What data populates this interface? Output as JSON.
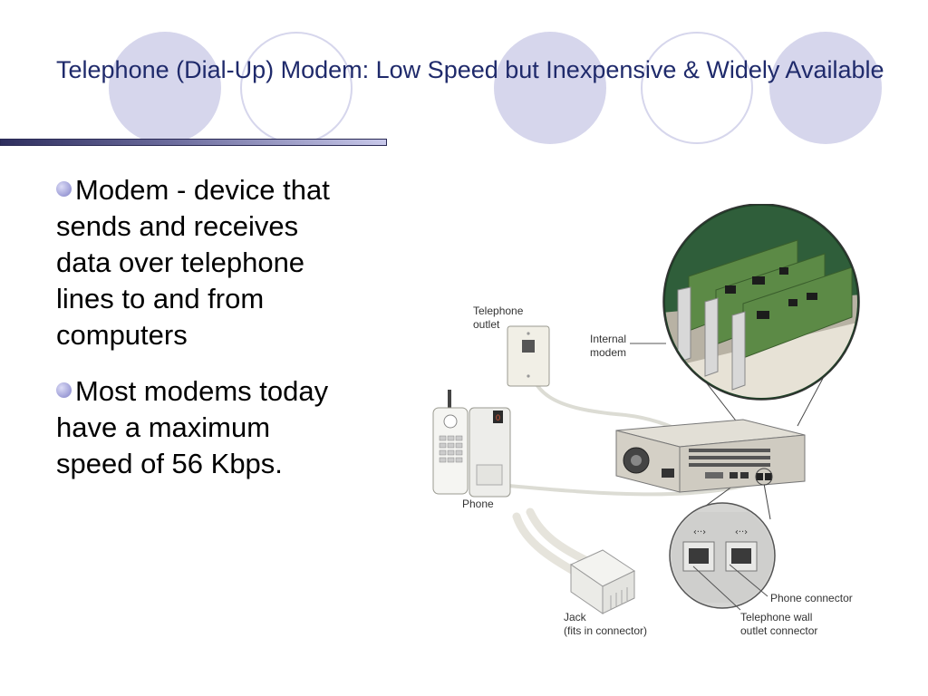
{
  "slide": {
    "title": "Telephone (Dial-Up) Modem:  Low Speed but Inexpensive & Widely Available",
    "bullets": [
      "Modem - device that sends and receives data over telephone lines to and from computers",
      "Most modems today have a maximum speed of 56 Kbps."
    ]
  },
  "diagram": {
    "labels": {
      "telephone_outlet_1": "Telephone",
      "telephone_outlet_2": "outlet",
      "internal_modem_1": "Internal",
      "internal_modem_2": "modem",
      "phone": "Phone",
      "phone_connector": "Phone connector",
      "jack_1": "Jack",
      "jack_2": "(fits in connector)",
      "wall_connector_1": "Telephone wall",
      "wall_connector_2": "outlet connector"
    },
    "phone_display": "0"
  },
  "colors": {
    "title": "#1f2a6b",
    "deco_circle": "#d6d6ec",
    "board_background": "#2f5e3a"
  }
}
